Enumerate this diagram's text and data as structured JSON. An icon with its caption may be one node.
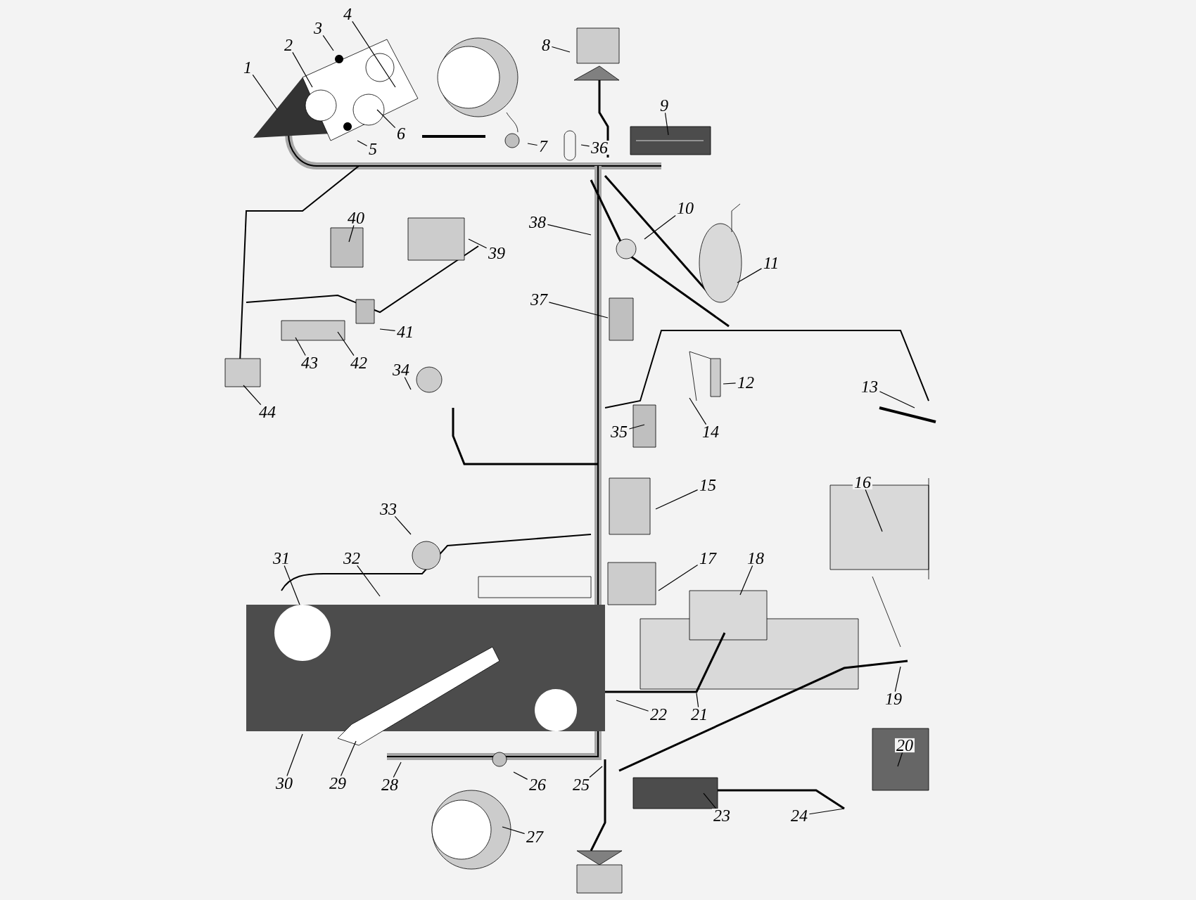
{
  "diagram": {
    "nodes": [
      {
        "text": [
          "1"
        ]
      },
      {
        "text": [
          "2"
        ]
      },
      {
        "text": [
          "3"
        ]
      },
      {
        "text": [
          "4"
        ]
      },
      {
        "text": [
          "5"
        ]
      },
      {
        "text": [
          "6"
        ]
      },
      {
        "text": [
          "7"
        ]
      },
      {
        "text": [
          "8"
        ]
      },
      {
        "text": [
          "9"
        ]
      },
      {
        "text": [
          "10"
        ]
      },
      {
        "text": [
          "11"
        ]
      },
      {
        "text": [
          "12"
        ]
      },
      {
        "text": [
          "13"
        ]
      },
      {
        "text": [
          "14"
        ]
      },
      {
        "text": [
          "15"
        ]
      },
      {
        "text": [
          "16"
        ]
      },
      {
        "text": [
          "17"
        ]
      },
      {
        "text": [
          "18"
        ]
      },
      {
        "text": [
          "19"
        ]
      },
      {
        "text": [
          "20"
        ]
      },
      {
        "text": [
          "21"
        ]
      },
      {
        "text": [
          "22"
        ]
      },
      {
        "text": [
          "23"
        ]
      },
      {
        "text": [
          "24"
        ]
      },
      {
        "text": [
          "25"
        ]
      },
      {
        "text": [
          "26"
        ]
      },
      {
        "text": [
          "27"
        ]
      },
      {
        "text": [
          "28"
        ]
      },
      {
        "text": [
          "29"
        ]
      },
      {
        "text": [
          "30"
        ]
      },
      {
        "text": [
          "31"
        ]
      },
      {
        "text": [
          "32"
        ]
      },
      {
        "text": [
          "33"
        ]
      },
      {
        "text": [
          "34"
        ]
      },
      {
        "text": [
          "35"
        ]
      },
      {
        "text": [
          "36"
        ]
      },
      {
        "text": [
          "37"
        ]
      },
      {
        "text": [
          "38"
        ]
      },
      {
        "text": [
          "39"
        ]
      },
      {
        "text": [
          "40"
        ]
      },
      {
        "text": [
          "41"
        ]
      },
      {
        "text": [
          "42"
        ]
      },
      {
        "text": [
          "43"
        ]
      },
      {
        "text": [
          "44"
        ]
      }
    ],
    "edges": [
      {
        "from": 0,
        "to": null,
        "arrow": "none"
      },
      {
        "from": 1,
        "to": null,
        "arrow": "none"
      },
      {
        "from": 2,
        "to": null,
        "arrow": "none"
      },
      {
        "from": 3,
        "to": null,
        "arrow": "none"
      },
      {
        "from": 4,
        "to": null,
        "arrow": "none"
      },
      {
        "from": 5,
        "to": null,
        "arrow": "none"
      },
      {
        "from": 6,
        "to": null,
        "arrow": "none"
      },
      {
        "from": 7,
        "to": null,
        "arrow": "none"
      },
      {
        "from": 8,
        "to": null,
        "arrow": "none"
      },
      {
        "from": 9,
        "to": null,
        "arrow": "none"
      },
      {
        "from": 10,
        "to": null,
        "arrow": "none"
      },
      {
        "from": 11,
        "to": null,
        "arrow": "none"
      },
      {
        "from": 12,
        "to": null,
        "arrow": "none"
      },
      {
        "from": 13,
        "to": null,
        "arrow": "none"
      },
      {
        "from": 14,
        "to": null,
        "arrow": "none"
      },
      {
        "from": 15,
        "to": null,
        "arrow": "none"
      },
      {
        "from": 16,
        "to": null,
        "arrow": "none"
      },
      {
        "from": 17,
        "to": null,
        "arrow": "none"
      },
      {
        "from": 18,
        "to": null,
        "arrow": "none"
      },
      {
        "from": 19,
        "to": null,
        "arrow": "none"
      },
      {
        "from": 20,
        "to": null,
        "arrow": "none"
      },
      {
        "from": 21,
        "to": null,
        "arrow": "none"
      },
      {
        "from": 22,
        "to": null,
        "arrow": "none"
      },
      {
        "from": 23,
        "to": null,
        "arrow": "none"
      },
      {
        "from": 24,
        "to": null,
        "arrow": "none"
      },
      {
        "from": 25,
        "to": null,
        "arrow": "none"
      },
      {
        "from": 26,
        "to": null,
        "arrow": "none"
      },
      {
        "from": 27,
        "to": null,
        "arrow": "none"
      },
      {
        "from": 28,
        "to": null,
        "arrow": "none"
      },
      {
        "from": 29,
        "to": null,
        "arrow": "none"
      },
      {
        "from": 30,
        "to": null,
        "arrow": "none"
      },
      {
        "from": 31,
        "to": null,
        "arrow": "none"
      },
      {
        "from": 32,
        "to": null,
        "arrow": "none"
      },
      {
        "from": 33,
        "to": null,
        "arrow": "none"
      },
      {
        "from": 34,
        "to": null,
        "arrow": "none"
      },
      {
        "from": 35,
        "to": null,
        "arrow": "none"
      },
      {
        "from": 36,
        "to": null,
        "arrow": "none"
      },
      {
        "from": 37,
        "to": null,
        "arrow": "none"
      },
      {
        "from": 38,
        "to": null,
        "arrow": "none"
      },
      {
        "from": 39,
        "to": null,
        "arrow": "none"
      },
      {
        "from": 40,
        "to": null,
        "arrow": "none"
      },
      {
        "from": 41,
        "to": null,
        "arrow": "none"
      },
      {
        "from": 42,
        "to": null,
        "arrow": "none"
      },
      {
        "from": 43,
        "to": null,
        "arrow": "none"
      }
    ]
  }
}
